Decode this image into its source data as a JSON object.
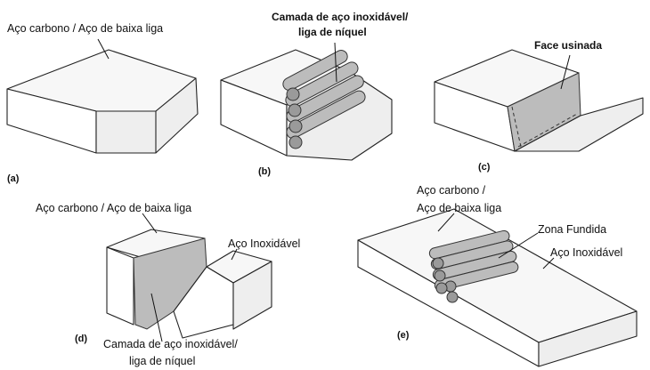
{
  "panels": {
    "a": {
      "tag": "(a)",
      "label": "Aço carbono / Aço de baixa liga"
    },
    "b": {
      "tag": "(b)",
      "label_line1": "Camada de aço inoxidável/",
      "label_line2": "liga de níquel"
    },
    "c": {
      "tag": "(c)",
      "label": "Face usinada"
    },
    "d": {
      "tag": "(d)",
      "label_top": "Aço carbono / Aço de baixa liga",
      "label_right": "Aço Inoxidável",
      "label_bottom_line1": "Camada de aço inoxidável/",
      "label_bottom_line2": "liga de níquel"
    },
    "e": {
      "tag": "(e)",
      "label_top_line1": "Aço carbono /",
      "label_top_line2": "Aço de baixa liga",
      "label_zone": "Zona Fundida",
      "label_right": "Aço Inoxidável"
    }
  }
}
